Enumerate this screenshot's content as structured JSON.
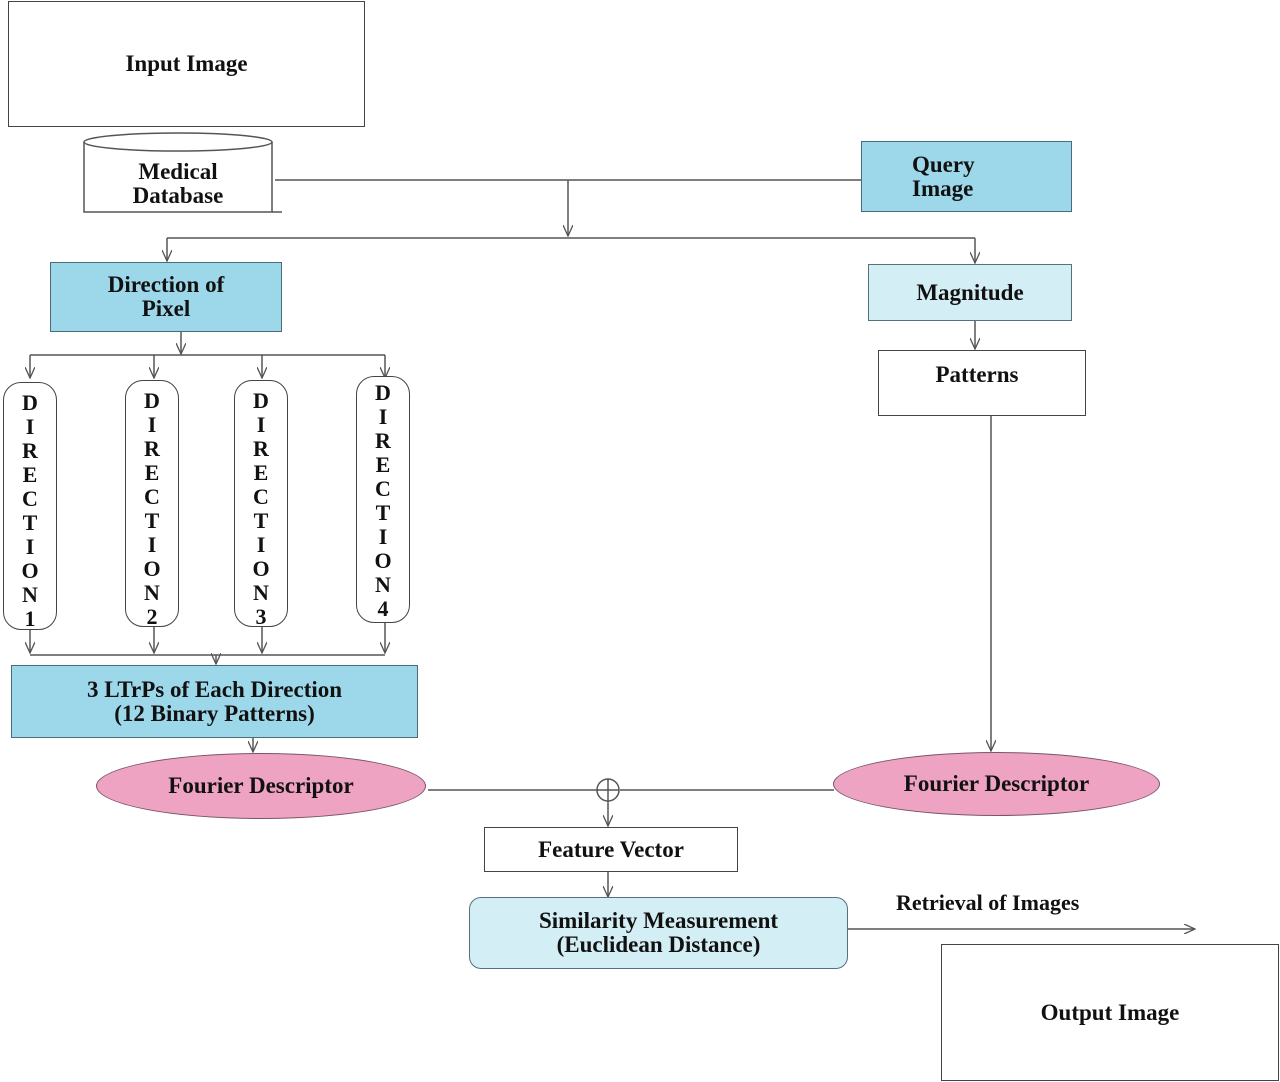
{
  "nodes": {
    "input_image": "Input Image",
    "medical_database": [
      "Medical",
      "Database"
    ],
    "query_image": [
      "Query",
      "Image"
    ],
    "direction_of_pixel": [
      "Direction of",
      "Pixel"
    ],
    "magnitude": "Magnitude",
    "patterns": "Patterns",
    "direction_1": [
      "D",
      "I",
      "R",
      "E",
      "C",
      "T",
      "I",
      "O",
      "N",
      "1"
    ],
    "direction_2": [
      "D",
      "I",
      "R",
      "E",
      "C",
      "T",
      "I",
      "O",
      "N",
      "2"
    ],
    "direction_3": [
      "D",
      "I",
      "R",
      "E",
      "C",
      "T",
      "I",
      "O",
      "N",
      "3"
    ],
    "direction_4": [
      "D",
      "I",
      "R",
      "E",
      "C",
      "T",
      "I",
      "O",
      "N",
      "4"
    ],
    "ltrps": [
      "3 LTrPs of Each Direction",
      "(12 Binary Patterns)"
    ],
    "fourier_left": "Fourier Descriptor",
    "fourier_right": "Fourier Descriptor",
    "feature_vector": "Feature Vector",
    "similarity": [
      "Similarity Measurement",
      "(Euclidean Distance)"
    ],
    "output_image": "Output Image"
  },
  "edge_labels": {
    "retrieval": "Retrieval of Images"
  },
  "colors": {
    "blue_fill": "#9dd8ea",
    "light_blue_fill": "#d4eef6",
    "pink_fill": "#efa3c3",
    "line": "#555555"
  }
}
